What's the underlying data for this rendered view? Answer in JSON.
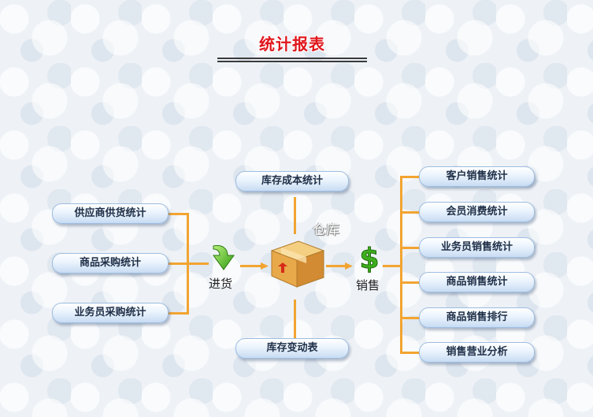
{
  "page": {
    "title": "统计报表"
  },
  "purchase": {
    "label": "进货",
    "items": [
      "供应商供货统计",
      "商品采购统计",
      "业务员采购统计"
    ]
  },
  "warehouse": {
    "label": "仓库",
    "top_item": "库存成本统计",
    "bottom_item": "库存变动表"
  },
  "sales": {
    "label": "销售",
    "items": [
      "客户销售统计",
      "会员消费统计",
      "业务员销售统计",
      "商品销售统计",
      "商品销售排行",
      "销售营业分析"
    ]
  },
  "icons": {
    "purchase": "green-down-arrow-icon",
    "warehouse": "cardboard-box-icon",
    "sales": "green-dollar-icon"
  },
  "colors": {
    "title": "#e0151b",
    "connector": "#f2a431",
    "button_text": "#1e2e46"
  }
}
